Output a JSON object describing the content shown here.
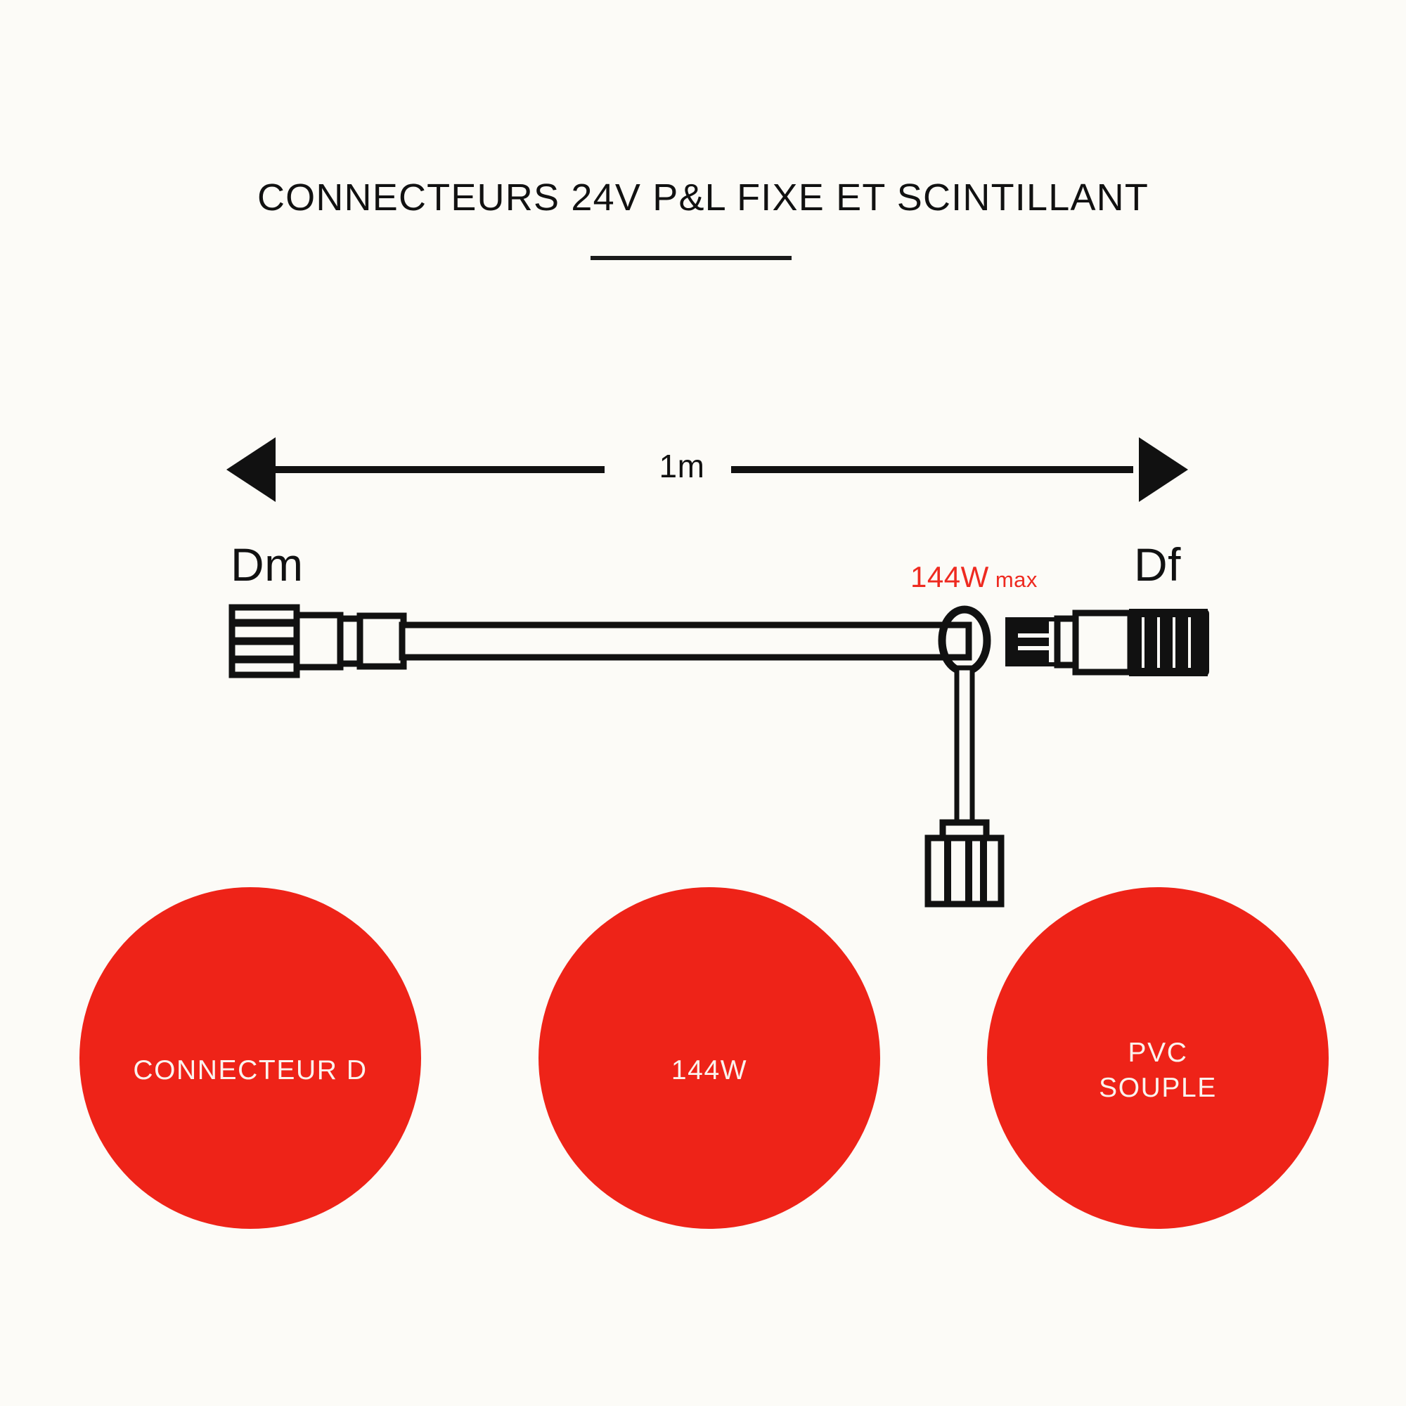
{
  "page": {
    "background_color": "#FCFBF7",
    "accent_color": "#EE2318",
    "line_color": "#111111"
  },
  "header": {
    "title": "CONNECTEURS 24V P&L FIXE ET SCINTILLANT"
  },
  "diagram": {
    "dimension": {
      "label": "1m",
      "icon_left": "arrow-left-icon",
      "icon_right": "arrow-right-icon"
    },
    "labels": {
      "male_end": "Dm",
      "female_end": "Df"
    },
    "power_note": {
      "value": "144W",
      "qualifier": "max",
      "color": "#EE2A20"
    },
    "parts": {
      "male_connector": "male-connector",
      "cable": "cable-body",
      "tee_junction": "tee-junction-ring",
      "branch_cable": "branch-cable",
      "branch_connector": "branch-connector-cap",
      "female_connector": "female-threaded-connector"
    }
  },
  "badges": [
    {
      "id": "connecteur-d",
      "label": "CONNECTEUR D"
    },
    {
      "id": "144w",
      "label": "144W"
    },
    {
      "id": "pvc-souple",
      "label": "PVC\nSOUPLE"
    }
  ]
}
